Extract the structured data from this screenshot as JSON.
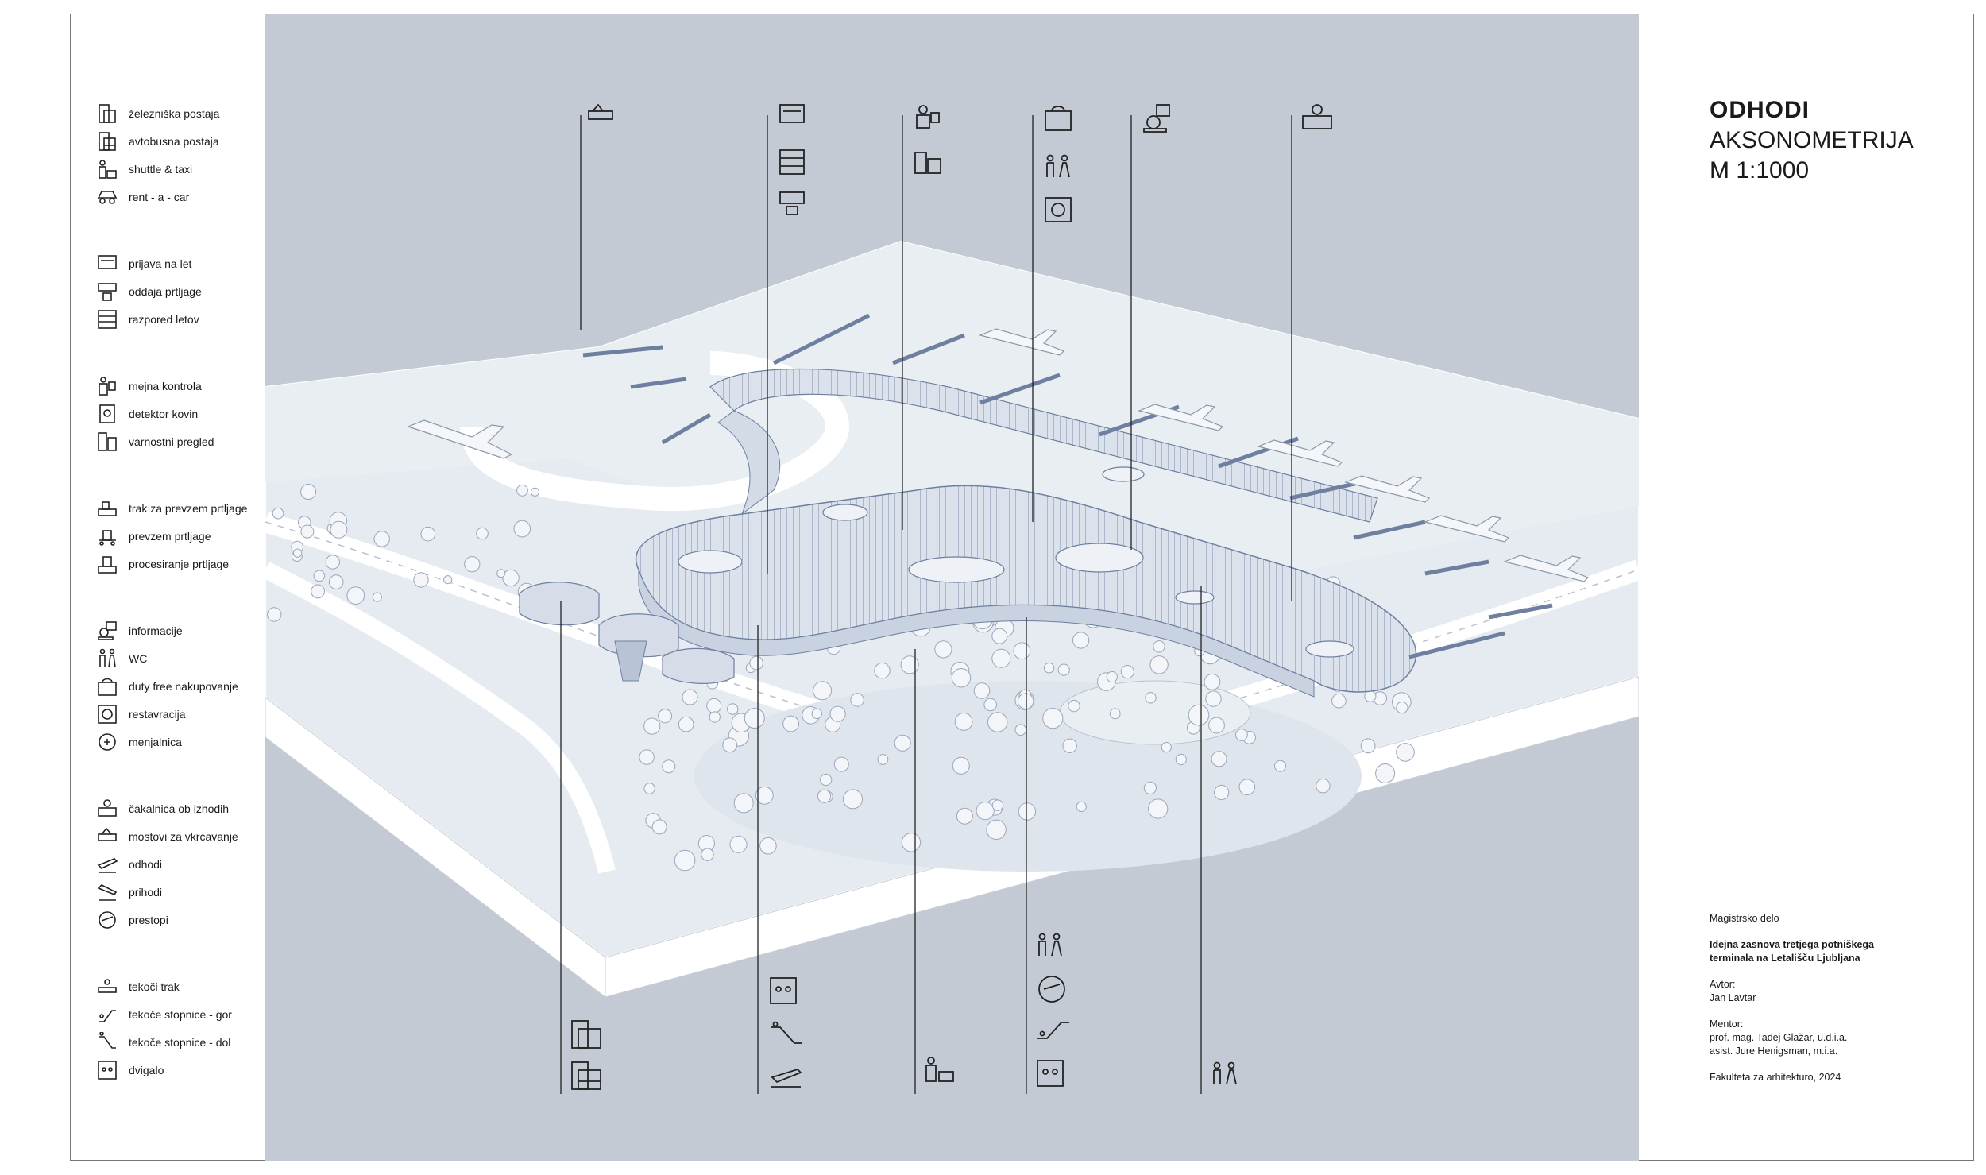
{
  "title": {
    "main": "ODHODI",
    "sub": "AKSONOMETRIJA",
    "scale": "M 1:1000"
  },
  "legend": [
    [
      {
        "label": "železniška postaja",
        "icon": "train-station-icon"
      },
      {
        "label": "avtobusna postaja",
        "icon": "bus-station-icon"
      },
      {
        "label": "shuttle & taxi",
        "icon": "taxi-icon"
      },
      {
        "label": "rent - a - car",
        "icon": "car-rental-icon"
      }
    ],
    [
      {
        "label": "prijava na let",
        "icon": "check-in-icon"
      },
      {
        "label": "oddaja prtljage",
        "icon": "baggage-drop-icon"
      },
      {
        "label": "razpored letov",
        "icon": "flight-board-icon"
      }
    ],
    [
      {
        "label": "mejna kontrola",
        "icon": "border-control-icon"
      },
      {
        "label": "detektor kovin",
        "icon": "metal-detector-icon"
      },
      {
        "label": "varnostni pregled",
        "icon": "security-check-icon"
      }
    ],
    [
      {
        "label": "trak za prevzem prtljage",
        "icon": "baggage-belt-icon"
      },
      {
        "label": "prevzem prtljage",
        "icon": "baggage-claim-icon"
      },
      {
        "label": "procesiranje prtljage",
        "icon": "baggage-processing-icon"
      }
    ],
    [
      {
        "label": "informacije",
        "icon": "information-icon"
      },
      {
        "label": "WC",
        "icon": "wc-icon"
      },
      {
        "label": "duty free nakupovanje",
        "icon": "duty-free-icon"
      },
      {
        "label": "restavracija",
        "icon": "restaurant-icon"
      },
      {
        "label": "menjalnica",
        "icon": "currency-exchange-icon"
      }
    ],
    [
      {
        "label": "čakalnica ob izhodih",
        "icon": "gate-lounge-icon"
      },
      {
        "label": "mostovi za vkrcavanje",
        "icon": "boarding-bridge-icon"
      },
      {
        "label": "odhodi",
        "icon": "departures-icon"
      },
      {
        "label": "prihodi",
        "icon": "arrivals-icon"
      },
      {
        "label": "prestopi",
        "icon": "transfers-icon"
      }
    ],
    [
      {
        "label": "tekoči trak",
        "icon": "moving-walkway-icon"
      },
      {
        "label": "tekoče stopnice - gor",
        "icon": "escalator-up-icon"
      },
      {
        "label": "tekoče stopnice - dol",
        "icon": "escalator-down-icon"
      },
      {
        "label": "dvigalo",
        "icon": "elevator-icon"
      }
    ]
  ],
  "credits": {
    "type": "Magistrsko delo",
    "thesis_title_1": "Idejna zasnova tretjega potniškega",
    "thesis_title_2": "terminala na Letališču Ljubljana",
    "author_label": "Avtor:",
    "author": "Jan Lavtar",
    "mentor_label": "Mentor:",
    "mentor_1": "prof. mag. Tadej Glažar, u.d.i.a.",
    "mentor_2": "asist. Jure Henigsman, m.i.a.",
    "faculty": "Fakulteta za arhitekturo, 2024"
  },
  "colors": {
    "background_plan": "#c4cad3",
    "ground": "#e8edf2",
    "building": "#dde3ec",
    "building_line": "#8a9ab5",
    "leader_line": "#222222"
  }
}
